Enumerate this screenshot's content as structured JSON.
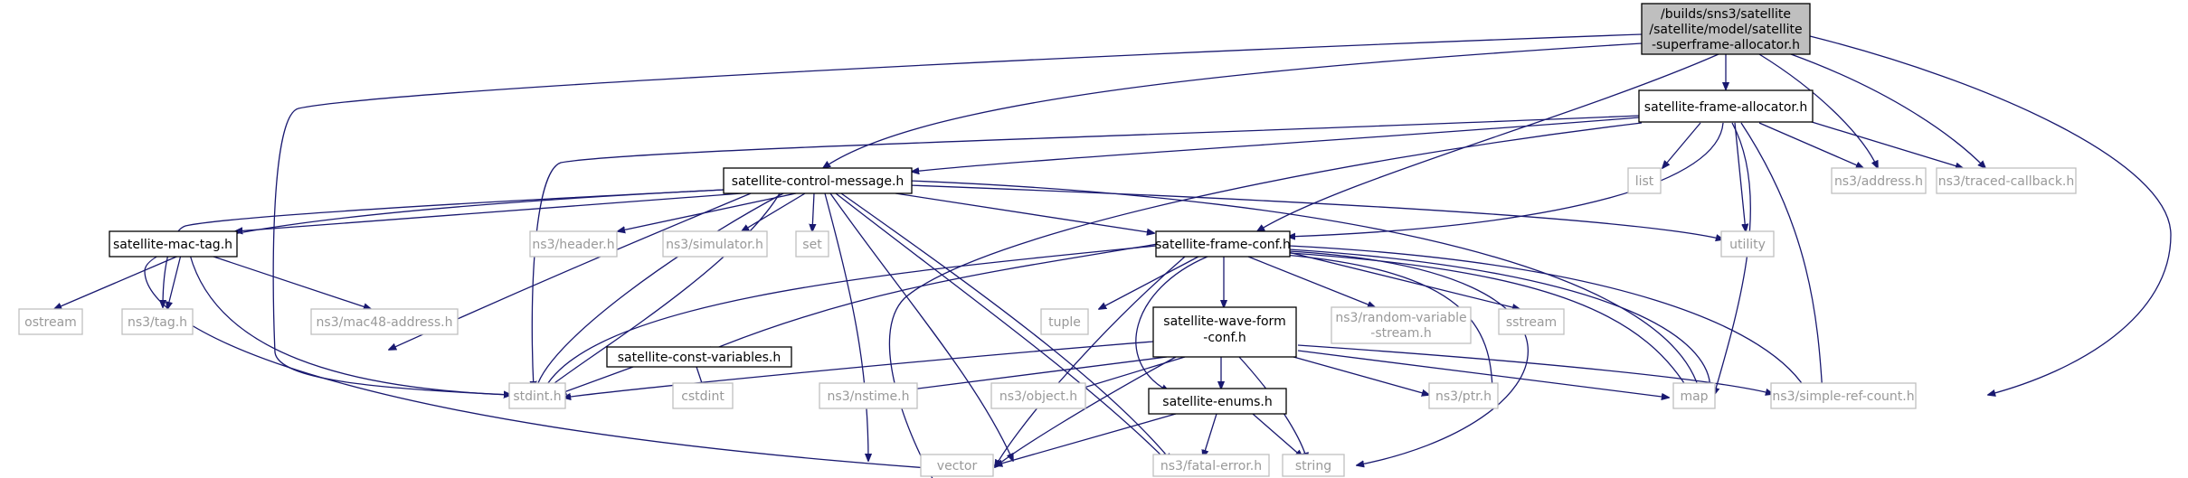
{
  "nodes": {
    "root": [
      "/builds/sns3/satellite",
      "/satellite/model/satellite",
      "-superframe-allocator.h"
    ],
    "frame_allocator": "satellite-frame-allocator.h",
    "control_message": "satellite-control-message.h",
    "frame_conf": "satellite-frame-conf.h",
    "mac_tag": "satellite-mac-tag.h",
    "const_variables": "satellite-const-variables.h",
    "wave_form_conf": [
      "satellite-wave-form",
      "-conf.h"
    ],
    "enums": "satellite-enums.h",
    "address": "ns3/address.h",
    "traced_callback": "ns3/traced-callback.h",
    "list": "list",
    "utility": "utility",
    "header": "ns3/header.h",
    "simulator": "ns3/simulator.h",
    "set": "set",
    "ostream": "ostream",
    "tag": "ns3/tag.h",
    "mac48_address": "ns3/mac48-address.h",
    "tuple": "tuple",
    "random_variable_stream": [
      "ns3/random-variable",
      "-stream.h"
    ],
    "sstream": "sstream",
    "stdint": "stdint.h",
    "cstdint": "cstdint",
    "nstime": "ns3/nstime.h",
    "object": "ns3/object.h",
    "ptr": "ns3/ptr.h",
    "map": "map",
    "simple_ref_count": "ns3/simple-ref-count.h",
    "vector": "vector",
    "fatal_error": "ns3/fatal-error.h",
    "string": "string"
  }
}
